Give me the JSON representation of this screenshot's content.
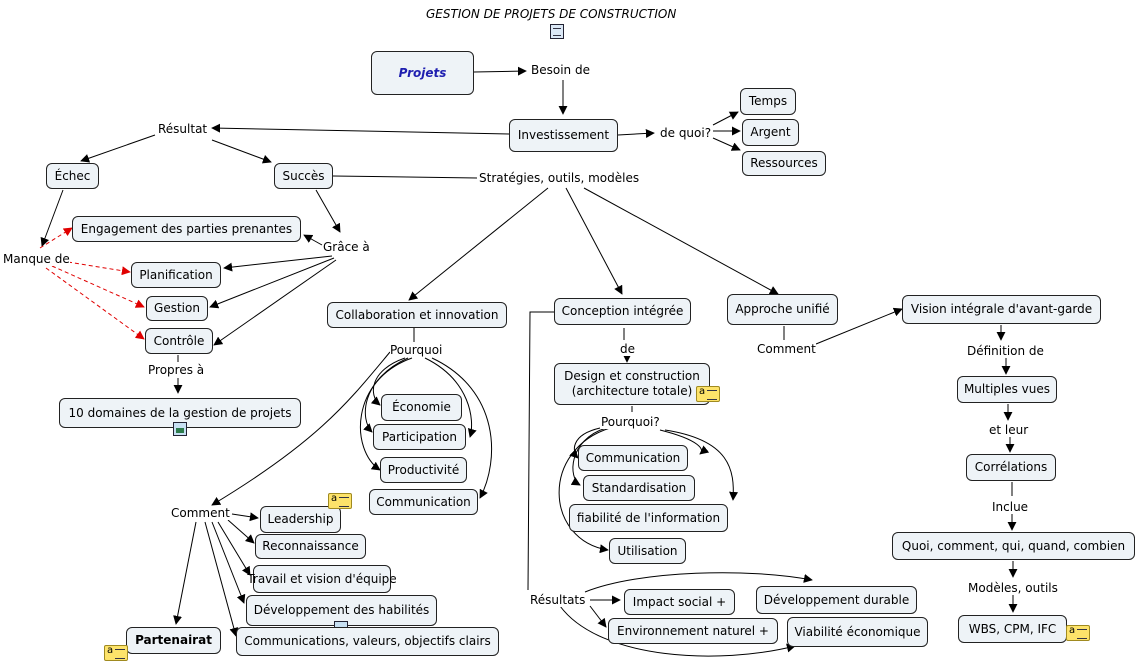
{
  "title": "GESTION DE PROJETS DE CONSTRUCTION",
  "concepts": {
    "projets": "Projets",
    "investissement": "Investissement",
    "temps": "Temps",
    "argent": "Argent",
    "ressources": "Ressources",
    "echec": "Échec",
    "succes": "Succès",
    "engagement": "Engagement des parties prenantes",
    "planification": "Planification",
    "gestion": "Gestion",
    "controle": "Contrôle",
    "dix_domaines": "10 domaines de la gestion de projets",
    "collab": "Collaboration et innovation",
    "economie": "Économie",
    "participation": "Participation",
    "productivite": "Productivité",
    "communication1": "Communication",
    "conception": "Conception intégrée",
    "design_l1": "Design et construction",
    "design_l2": "(architecture totale)",
    "communication2": "Communication",
    "standardisation": "Standardisation",
    "fiabilite": "fiabilité de l'information",
    "utilisation": "Utilisation",
    "approche": "Approche unifié",
    "vision": "Vision intégrale d'avant-garde",
    "multiples_vues": "Multiples vues",
    "correlations": "Corrélations",
    "quoi": "Quoi, comment, qui, quand, combien",
    "wbs": "WBS, CPM, IFC",
    "leadership": "Leadership",
    "reconnaissance": "Reconnaissance",
    "travail": "Travail et vision d'équipe",
    "developpement": "Développement des habilités",
    "partenairat": "Partenairat",
    "communications_valeurs": "Communications, valeurs, objectifs clairs",
    "impact": "Impact social +",
    "environnement": "Environnement naturel +",
    "dev_durable": "Développement durable",
    "viabilite": "Viabilité économique"
  },
  "links": {
    "besoin_de": "Besoin de",
    "resultat": "Résultat",
    "de_quoi": "de quoi?",
    "strategies": "Stratégies, outils, modèles",
    "manque_de": "Manque de",
    "grace_a": "Grâce à",
    "propres_a": "Propres à",
    "pourquoi": "Pourquoi",
    "de": "de",
    "pourquoi2": "Pourquoi?",
    "comment": "Comment",
    "comment2": "Comment",
    "definition_de": "Définition de",
    "et_leur": "et leur",
    "inclue": "Inclue",
    "modeles_outils": "Modèles, outils",
    "resultats": "Résultats"
  },
  "colors": {
    "box_fill": "#eef3f7",
    "dashed_red": "#e00000",
    "projets_text": "#1f1fb0"
  },
  "icons": [
    "note-icon",
    "image-icon",
    "document-icon"
  ]
}
